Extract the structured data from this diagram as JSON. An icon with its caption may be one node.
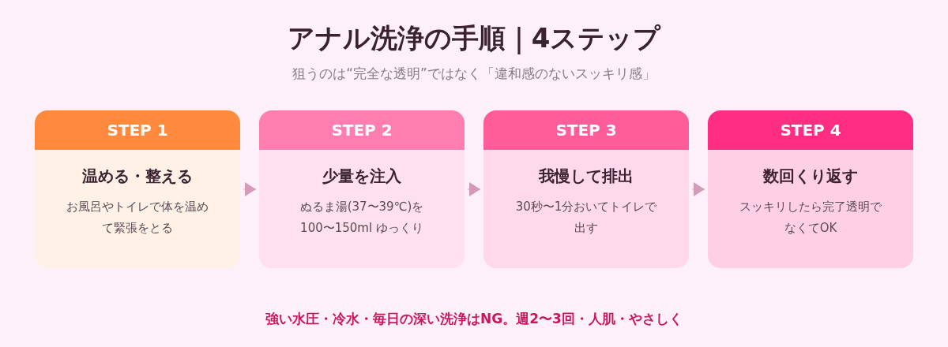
{
  "diagram": {
    "title": "アナル洗浄の手順｜4ステップ",
    "nodes": [
      {
        "text": [
          "STEP 1",
          "温める・整える",
          "お風呂やトイレで体を温めて緊張をとる"
        ]
      },
      {
        "text": [
          "STEP 2",
          "少量を注入",
          "ぬるま湯(37〜39℃)を100〜150ml ゆっくり"
        ]
      },
      {
        "text": [
          "STEP 3",
          "我慢して排出",
          "30秒〜1分おいてトイレで出す"
        ]
      },
      {
        "text": [
          "STEP 4",
          "数回くり返す",
          "スッキリしたら完了透明でなくてOK"
        ]
      }
    ],
    "edges": [
      {
        "from": 0,
        "to": 1,
        "arrow": "to"
      },
      {
        "from": 1,
        "to": 2,
        "arrow": "to"
      },
      {
        "from": 2,
        "to": 3,
        "arrow": "to"
      }
    ],
    "labels": [
      "狙うのは“完全な透明”ではなく「違和感のないスッキリ感」",
      "強い水圧・冷水・毎日の深い洗浄はNG。週2〜3回・人肌・やさしく"
    ]
  }
}
